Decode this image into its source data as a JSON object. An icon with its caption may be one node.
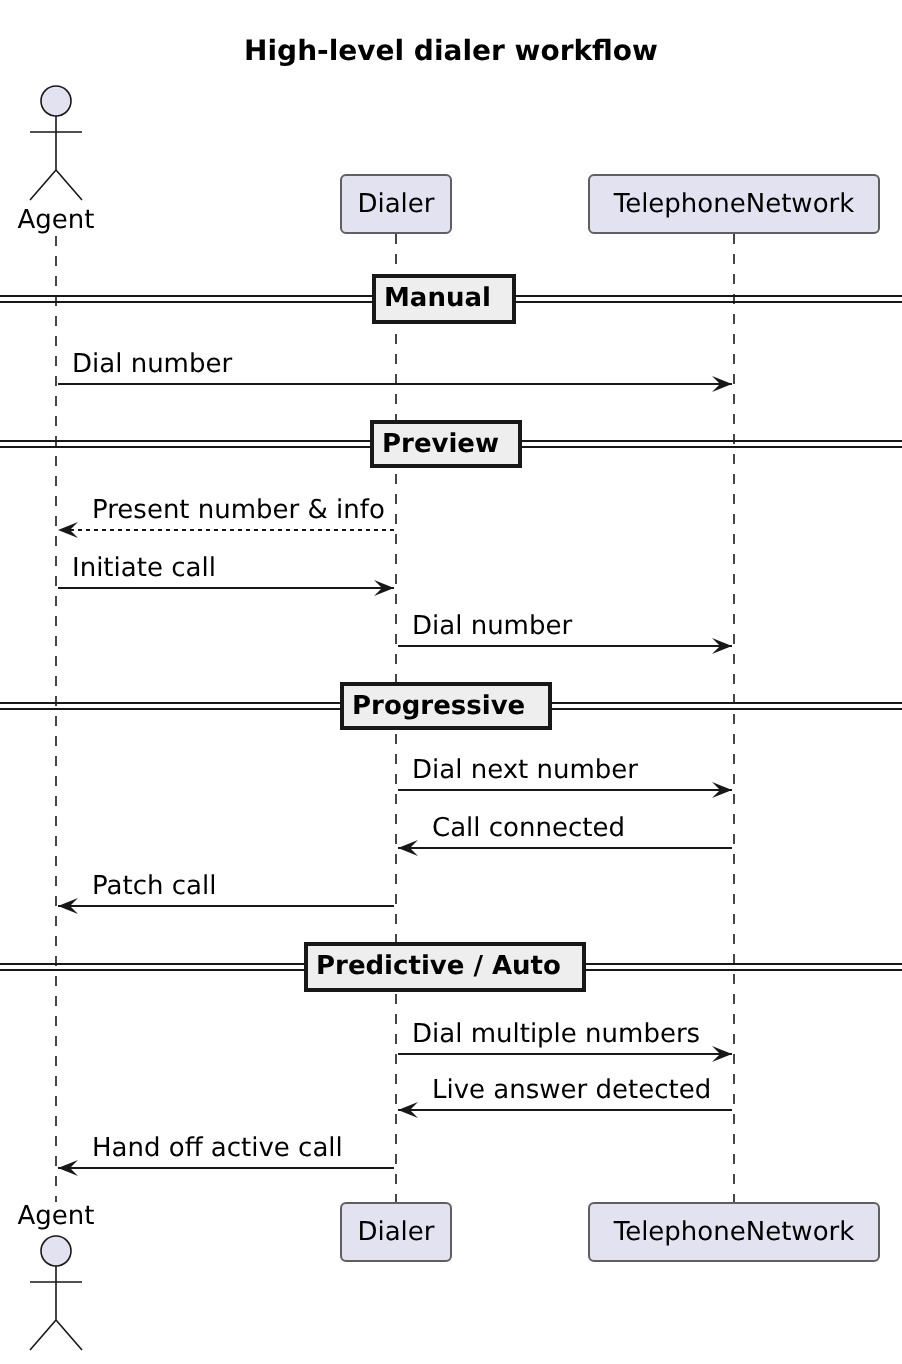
{
  "diagram": {
    "title": "High-level dialer workflow",
    "nodes": [
      {
        "text": [
          "Agent"
        ]
      },
      {
        "text": [
          "Dialer"
        ]
      },
      {
        "text": [
          "TelephoneNetwork"
        ]
      },
      {
        "text": [],
        "shape": "line"
      },
      {
        "text": [],
        "shape": "line"
      },
      {
        "text": [],
        "shape": "line"
      },
      {
        "text": [
          "Manual"
        ]
      },
      {
        "text": [
          "Preview"
        ]
      },
      {
        "text": [
          "Progressive"
        ]
      },
      {
        "text": [
          "Predictive / Auto"
        ]
      },
      {
        "text": [
          "Agent"
        ]
      },
      {
        "text": [
          "Dialer"
        ]
      },
      {
        "text": [
          "TelephoneNetwork"
        ]
      }
    ],
    "edges": [
      {
        "from": 3,
        "to": 5,
        "arrow": "to",
        "label": "Dial number"
      },
      {
        "from": 4,
        "to": 3,
        "arrow": "to",
        "label": "Present number & info",
        "style": "dashed"
      },
      {
        "from": 3,
        "to": 4,
        "arrow": "to",
        "label": "Initiate call"
      },
      {
        "from": 4,
        "to": 5,
        "arrow": "to",
        "label": "Dial number"
      },
      {
        "from": 4,
        "to": 5,
        "arrow": "to",
        "label": "Dial next number"
      },
      {
        "from": 5,
        "to": 4,
        "arrow": "to",
        "label": "Call connected"
      },
      {
        "from": 4,
        "to": 3,
        "arrow": "to",
        "label": "Patch call"
      },
      {
        "from": 4,
        "to": 5,
        "arrow": "to",
        "label": "Dial multiple numbers"
      },
      {
        "from": 5,
        "to": 4,
        "arrow": "to",
        "label": "Live answer detected"
      },
      {
        "from": 4,
        "to": 3,
        "arrow": "to",
        "label": "Hand off active call"
      }
    ]
  }
}
